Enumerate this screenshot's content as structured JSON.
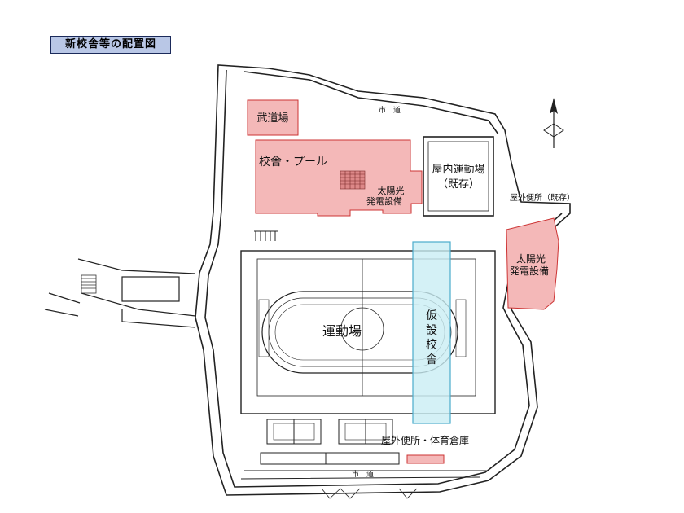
{
  "title": "新校舎等の配置図",
  "labels": {
    "budojo": "武道場",
    "kosha_pool": "校舎・プール",
    "solar_building_l1": "太陽光",
    "solar_building_l2": "発電設備",
    "gym_l1": "屋内運動場",
    "gym_l2": "（既存）",
    "outdoor_toilet_existing": "屋外便所（既存）",
    "solar_slope_l1": "太陽光",
    "solar_slope_l2": "発電設備",
    "field": "運動場",
    "temp_1": "仮",
    "temp_2": "設",
    "temp_3": "校",
    "temp_4": "舎",
    "toilet_storage": "屋外便所・体育倉庫",
    "road_top": "市　道",
    "road_bottom": "市　道"
  },
  "colors": {
    "new_building": "#f4b8b8",
    "temporary_building": "#c9eef4",
    "title_background": "#b9c7e6"
  }
}
